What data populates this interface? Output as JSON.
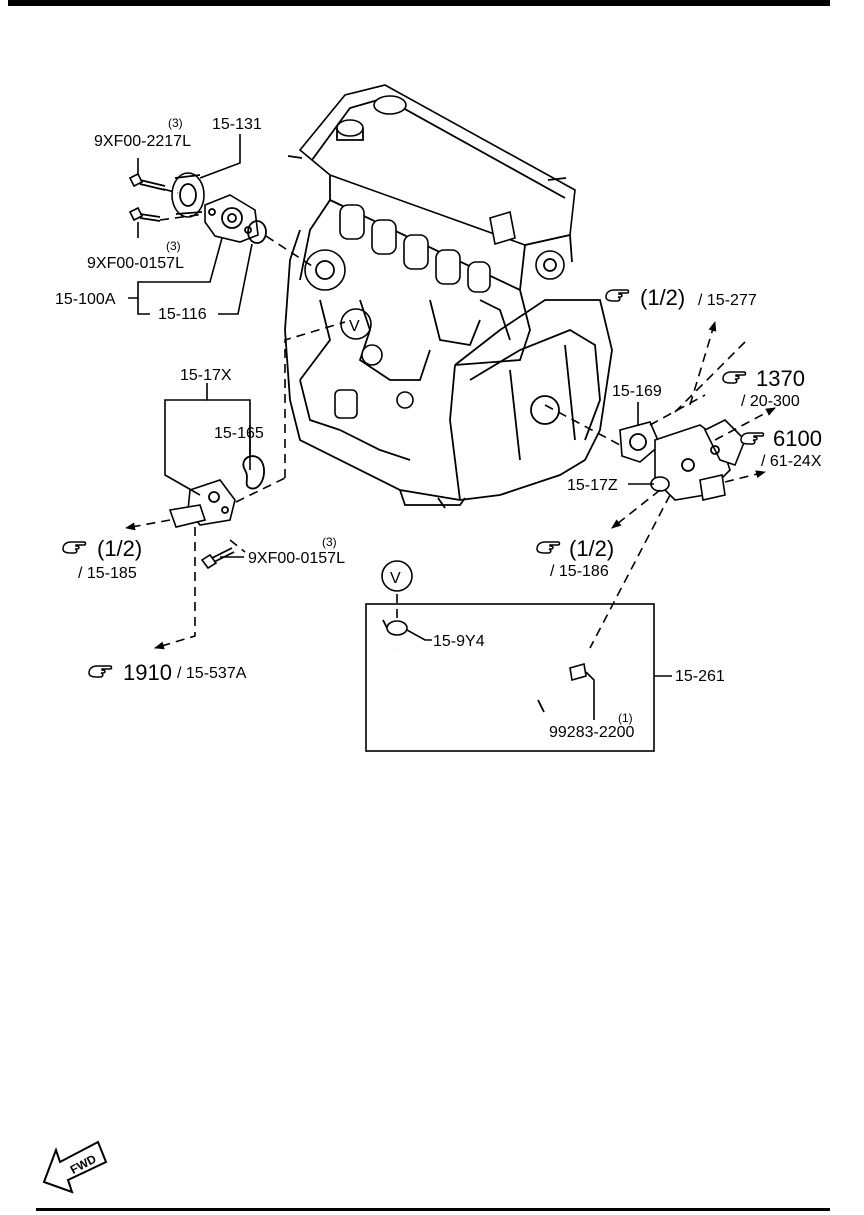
{
  "colors": {
    "ink": "#000000",
    "paper": "#ffffff"
  },
  "icons": {
    "reference": "pointing-hand-icon",
    "forward": "fwd-arrow-icon"
  },
  "labels": {
    "qty_3_a": "(3)",
    "bolt_9xf00_2217l": "9XF00-2217L",
    "pulley_15_131": "15-131",
    "bolt_9xf00_0157l_a": "9XF00-0157L",
    "qty_3_b": "(3)",
    "assy_15_100a": "15-100A",
    "gasket_15_116": "15-116",
    "callout_v_1": "V",
    "thermostat_15_17x": "15-17X",
    "gasket_15_165": "15-165",
    "bolt_9xf00_0157l_b": "9XF00-0157L",
    "qty_3_c": "(3)",
    "gasket_15_169": "15-169",
    "housing_15_17z": "15-17Z",
    "callout_v_2": "V",
    "clamp_15_9y4": "15-9Y4",
    "hose_15_261": "15-261",
    "qty_1": "(1)",
    "clamp_99283_2200": "99283-2200",
    "fwd": "FWD"
  },
  "references": {
    "ref_1_2_277": {
      "main": "(1/2)",
      "sub": "/ 15-277"
    },
    "ref_1370": {
      "main": "1370",
      "sub": "/ 20-300"
    },
    "ref_6100": {
      "main": "6100",
      "sub": "/ 61-24X"
    },
    "ref_1_2_185": {
      "main": "(1/2)",
      "sub": "/ 15-185"
    },
    "ref_1_2_186": {
      "main": "(1/2)",
      "sub": "/ 15-186"
    },
    "ref_1910": {
      "main": "1910",
      "sub": "/ 15-537A"
    }
  }
}
